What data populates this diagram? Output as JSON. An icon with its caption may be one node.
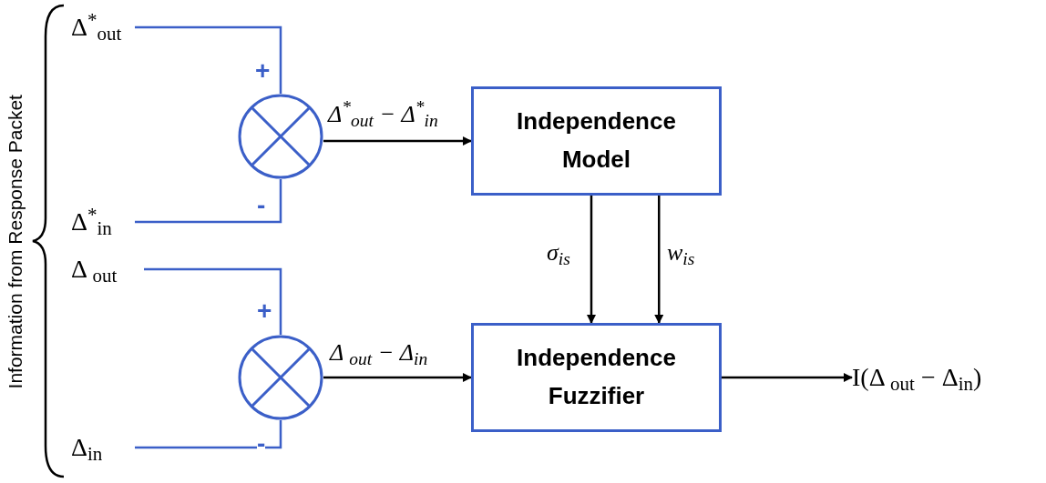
{
  "diagram": {
    "nodes": [
      {
        "text": [
          "Δ$^{*}$$_{out}$"
        ]
      },
      {
        "text": [],
        "shape": "circle"
      },
      {
        "text": [
          "Δ$^{*}$$_{in}$"
        ]
      },
      {
        "text": [
          "Independence Model"
        ]
      },
      {
        "text": [
          "Δ $_{out}$"
        ]
      },
      {
        "text": [],
        "shape": "circle"
      },
      {
        "text": [
          "Δ$_{in}$"
        ]
      },
      {
        "text": [
          "Independence Fuzzifier"
        ]
      },
      {
        "text": [
          "I(Δ $_{out}$ − Δ$_{in}$)"
        ]
      }
    ],
    "edges": [
      {
        "from": 0,
        "to": 1,
        "arrow": "none",
        "label": "+",
        "color": "#3b5fc8"
      },
      {
        "from": 2,
        "to": 1,
        "arrow": "none",
        "label": "-",
        "color": "#3b5fc8"
      },
      {
        "from": 1,
        "to": 3,
        "arrow": "to",
        "label": "Δ$^{*}$$_{out}$ − Δ$^{*}$$_{in}$"
      },
      {
        "from": 3,
        "to": 7,
        "arrow": "to",
        "label": "σ$_{is}$"
      },
      {
        "from": 3,
        "to": 7,
        "arrow": "to",
        "label": "w$_{is}$"
      },
      {
        "from": 4,
        "to": 5,
        "arrow": "none",
        "label": "+",
        "color": "#3b5fc8"
      },
      {
        "from": 6,
        "to": 5,
        "arrow": "none",
        "label": "-",
        "color": "#3b5fc8"
      },
      {
        "from": 5,
        "to": 7,
        "arrow": "to",
        "label": "Δ $_{out}$ − Δ$_{in}$"
      },
      {
        "from": 7,
        "to": 8,
        "arrow": "to"
      }
    ],
    "labels": [
      "Information from Response Packet"
    ]
  }
}
